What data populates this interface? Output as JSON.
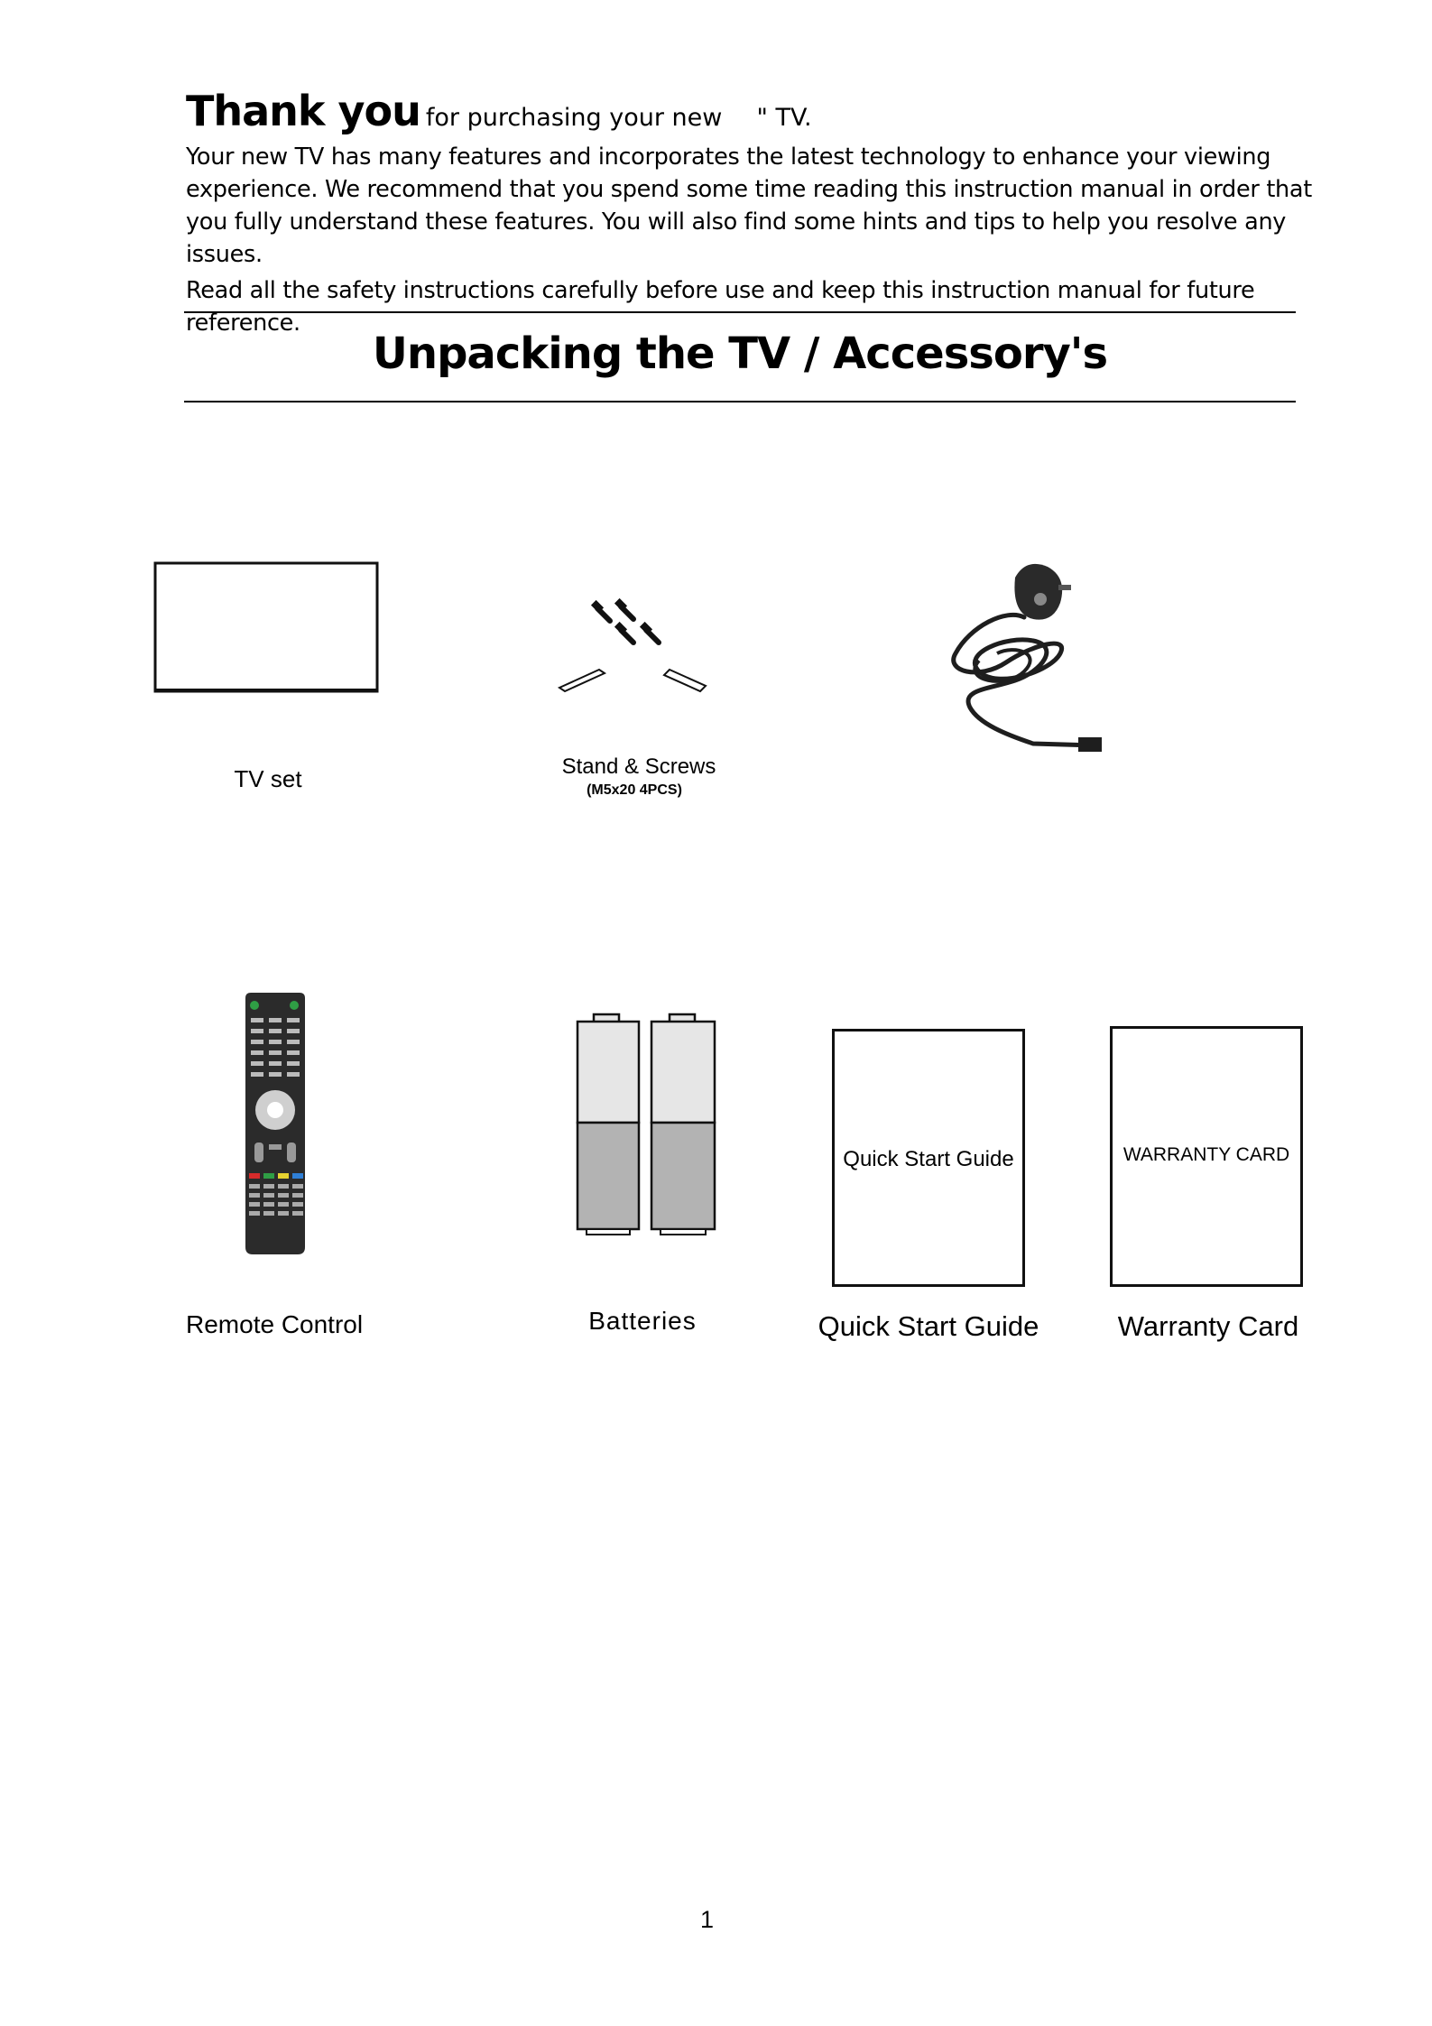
{
  "header": {
    "thank_big": "Thank you",
    "thank_small": "for purchasing your new",
    "size_placeholder": "",
    "thank_tail": "\" TV."
  },
  "intro": {
    "paragraph1": "Your new TV has many features and incorporates the latest technology to enhance your viewing experience. We recommend that you spend some time reading this instruction manual in order that you fully understand these features. You will also find some hints and tips to help you resolve any issues.",
    "paragraph2": "Read all the safety instructions carefully before use and keep this instruction manual for future reference."
  },
  "section_title": "Unpacking the TV / Accessory's",
  "items": {
    "tv_set": {
      "label": "TV set"
    },
    "stand_screws": {
      "label": "Stand & Screws",
      "sublabel": "(M5x20  4PCS)"
    },
    "power_adapter": {
      "label": ""
    },
    "remote_control": {
      "label": "Remote Control"
    },
    "batteries": {
      "label": "Batteries"
    },
    "quick_start_guide": {
      "label": "Quick Start Guide",
      "card_text": "Quick Start Guide"
    },
    "warranty_card": {
      "label": "Warranty Card",
      "card_text": "WARRANTY CARD"
    }
  },
  "footer": {
    "page_number": "1"
  },
  "colors": {
    "text": "#000000",
    "remote_body": "#2b2b2b",
    "battery_top": "#e6e6e6",
    "battery_bottom": "#b3b3b3"
  }
}
